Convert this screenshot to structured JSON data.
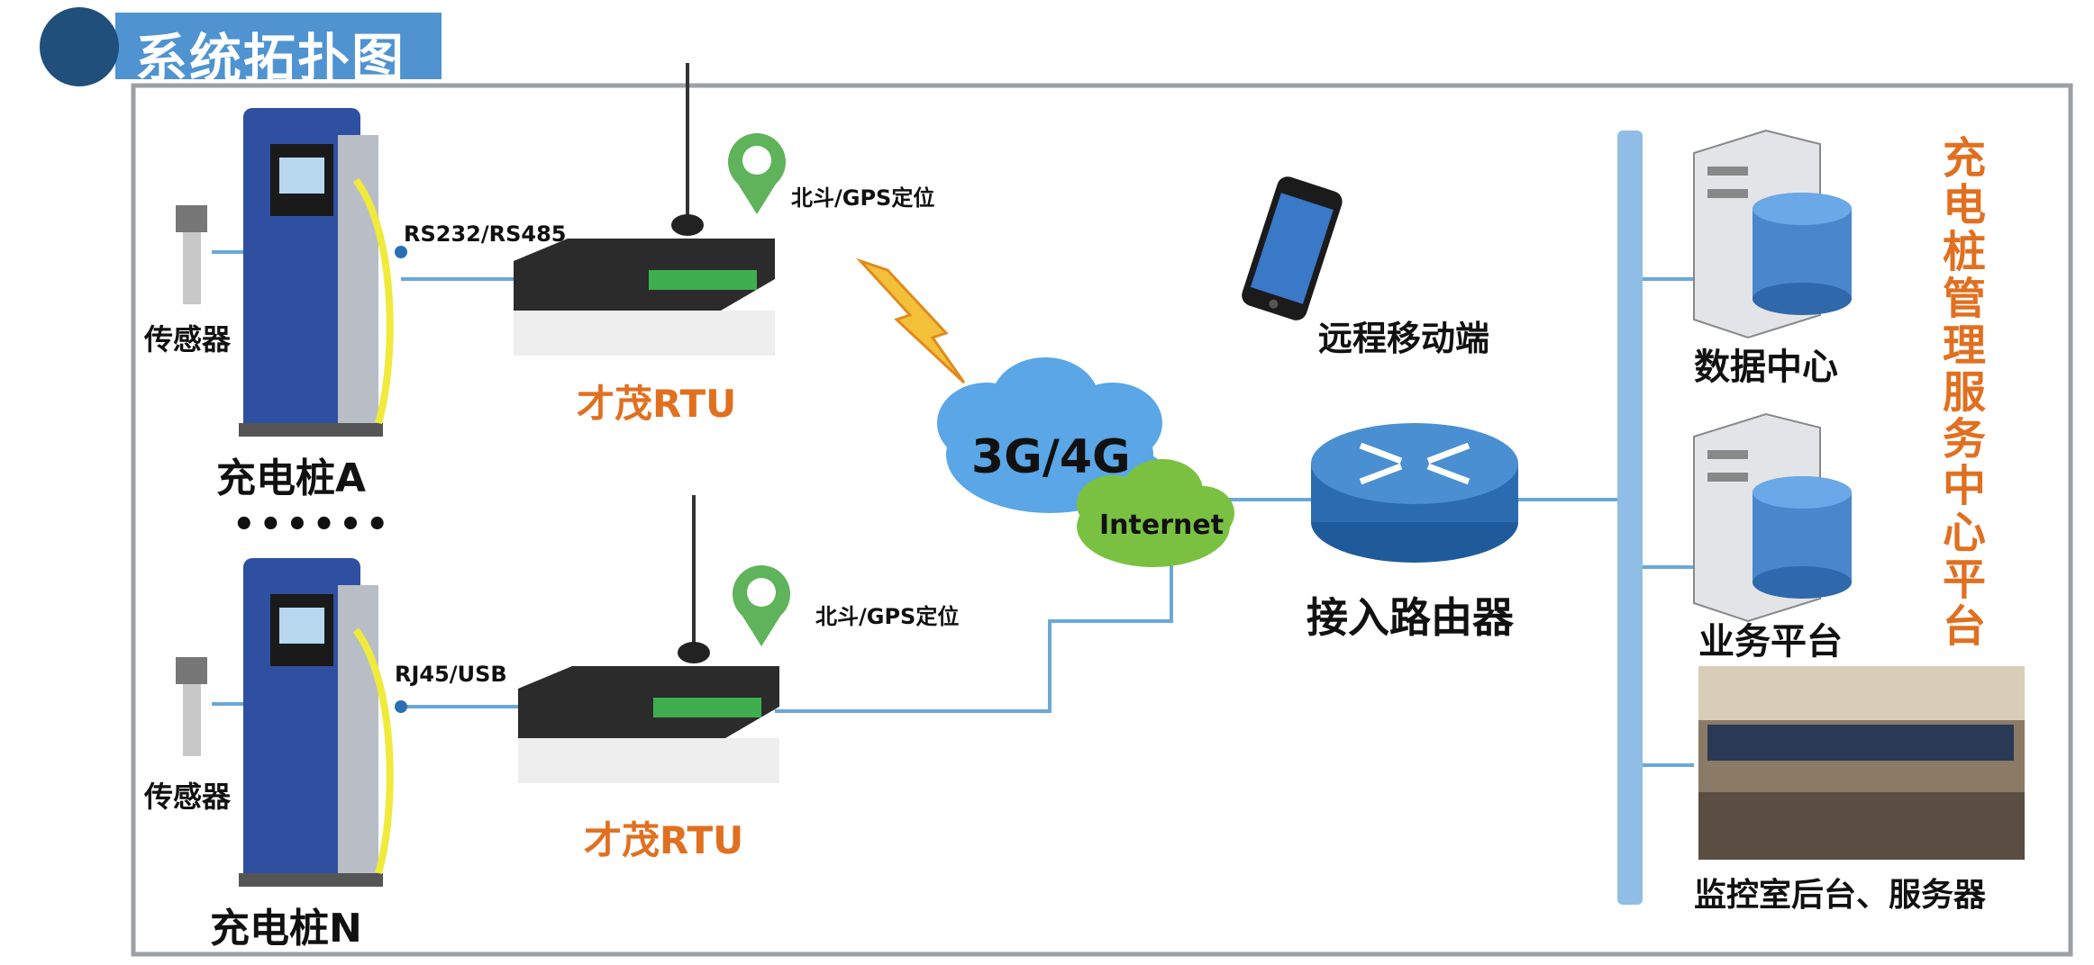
{
  "header": {
    "title": "系统拓扑图"
  },
  "stations": [
    {
      "name": "充电桩A",
      "sensor_label": "传感器",
      "interface_label": "RS232/RS485",
      "rtu_label": "才茂RTU",
      "gps_label": "北斗/GPS定位"
    },
    {
      "name": "充电桩N",
      "sensor_label": "传感器",
      "interface_label": "RJ45/USB",
      "rtu_label": "才茂RTU",
      "gps_label": "北斗/GPS定位"
    }
  ],
  "ellipsis": "••••••",
  "network": {
    "cloud_3g": "3G/4G",
    "cloud_internet": "Internet",
    "mobile": "远程移动端",
    "router": "接入路由器"
  },
  "platform": {
    "title": "充电桩管理服务中心平台",
    "nodes": [
      {
        "label": "数据中心"
      },
      {
        "label": "业务平台"
      },
      {
        "label": "监控室后台、服务器"
      }
    ]
  },
  "colors": {
    "accent_navy": "#1f4f7a",
    "header_blue": "#4f93d1",
    "link_blue": "#6aa8d8",
    "orange": "#e07020",
    "cloud_blue": "#5aa6e6",
    "cloud_green": "#7ac142"
  }
}
